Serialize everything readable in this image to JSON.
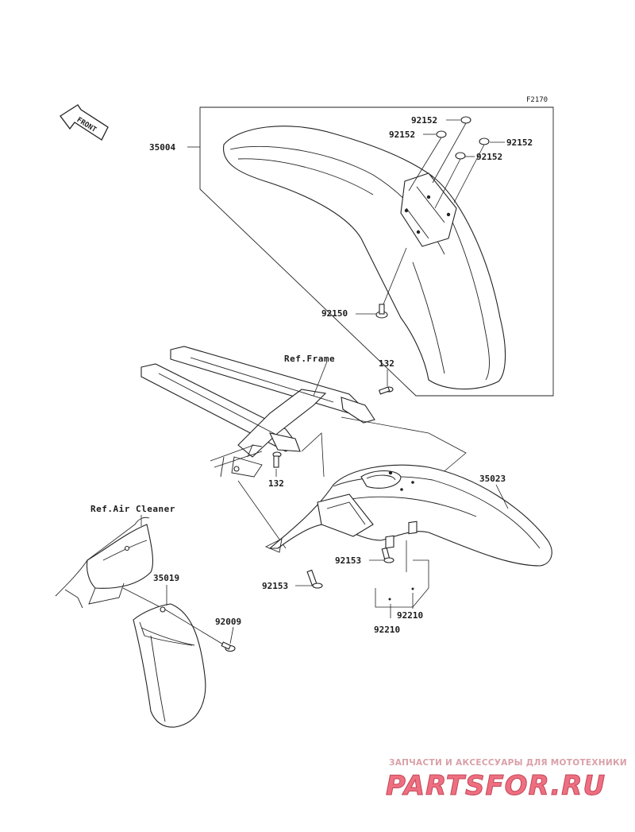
{
  "figure_code": "F2170",
  "front_badge": "FRONT",
  "labels": {
    "front_fender": "35004",
    "washer_a": "92152",
    "washer_b": "92152",
    "washer_c": "92152",
    "washer_d": "92152",
    "front_bolt": "92150",
    "ref_frame": "Ref.Frame",
    "bolt_132_top": "132",
    "bolt_132_mid": "132",
    "rear_fender": "35023",
    "ref_air_cleaner": "Ref.Air Cleaner",
    "flap": "35019",
    "flap_bolt": "92009",
    "bolt_92153_a": "92153",
    "bolt_92153_b": "92153",
    "nut_92210_a": "92210",
    "nut_92210_b": "92210"
  },
  "watermark": {
    "caption": "ЗАПЧАСТИ И АКСЕССУАРЫ ДЛЯ МОТОТЕХНИКИ",
    "brand": "PARTSFOR.RU",
    "color": "#ee6f80"
  }
}
